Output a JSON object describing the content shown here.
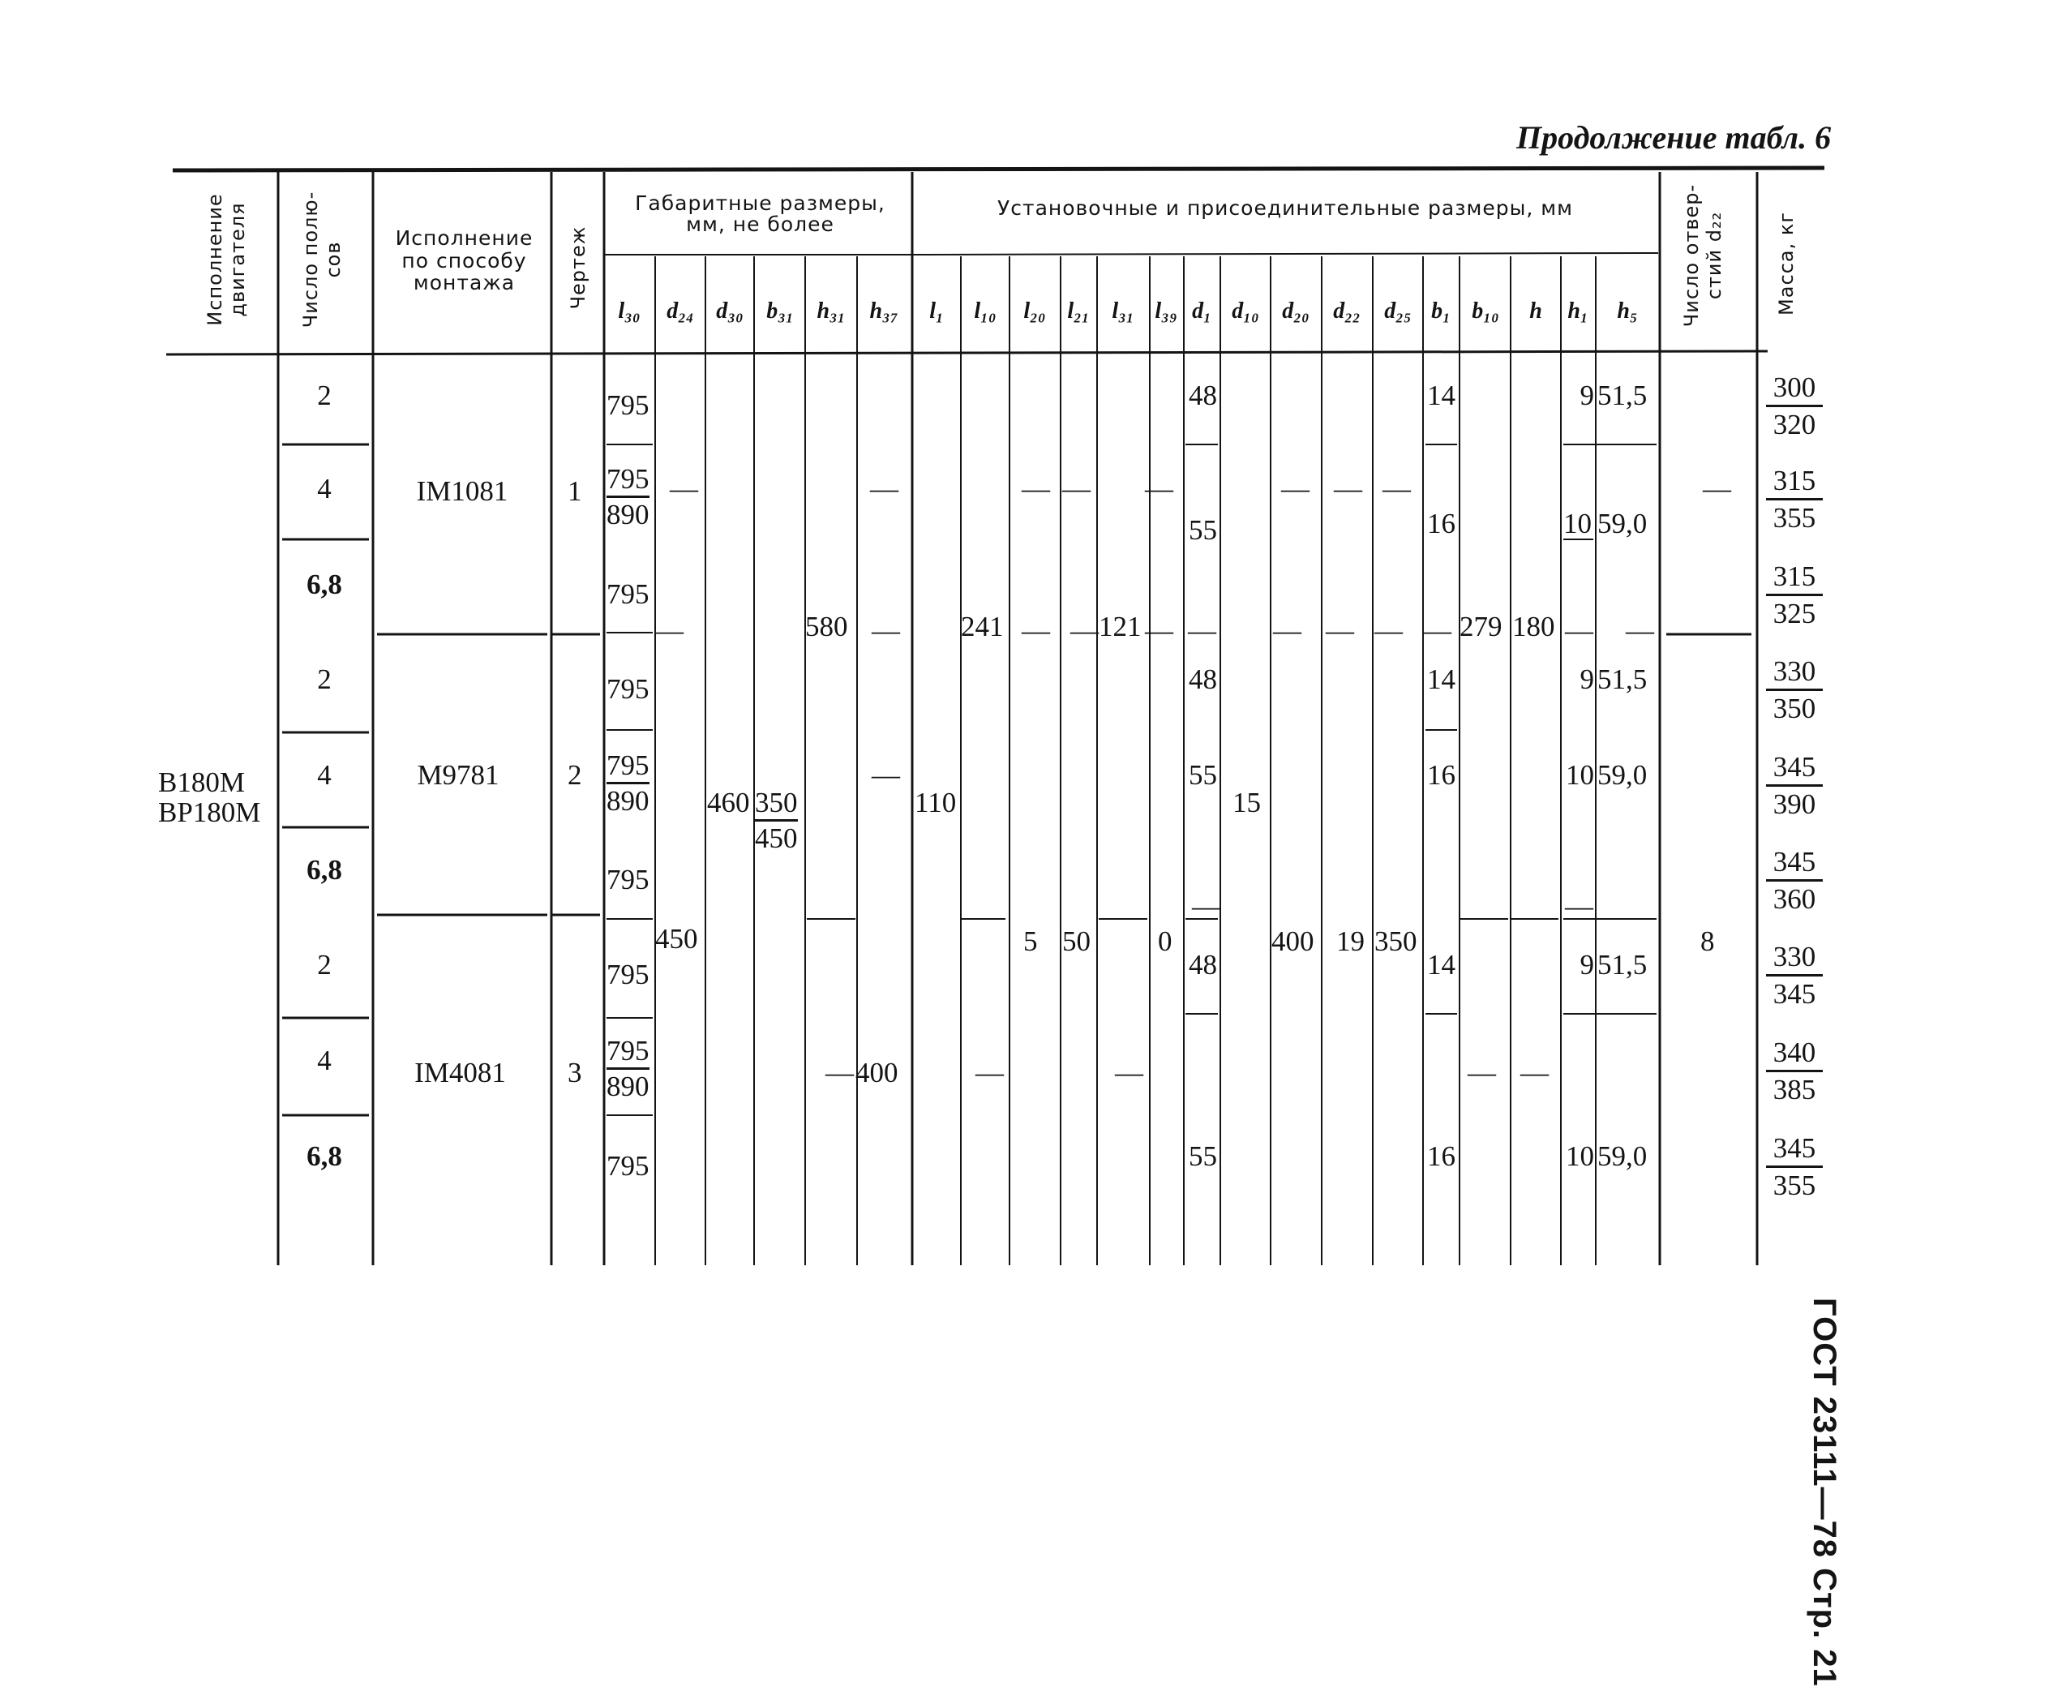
{
  "caption": "Продолжение табл. 6",
  "side_label": "ГОСТ 23111—78 Стр. 21",
  "headers": {
    "engine_version": [
      "Исполнение",
      "двигателя"
    ],
    "poles": [
      "Число полю-",
      "сов"
    ],
    "mounting": [
      "Исполнение",
      "по способу",
      "монтажа"
    ],
    "drawing": "Чертеж",
    "overall_group": [
      "Габаритные размеры,",
      "мм, не более"
    ],
    "install_group": "Установочные и присоединительные размеры, мм",
    "holes": [
      "Число отвер-",
      "стий d₂₂"
    ],
    "mass": "Масса, кг",
    "cols": [
      "l₃₀",
      "d₂₄",
      "d₃₀",
      "b₃₁",
      "h₃₁",
      "h₃₇",
      "l₁",
      "l₁₀",
      "l₂₀",
      "l₂₁",
      "l₃₁",
      "l₃₉",
      "d₁",
      "d₁₀",
      "d₂₀",
      "d₂₂",
      "d₂₅",
      "b₁",
      "b₁₀",
      "h",
      "h₁",
      "h₅"
    ]
  },
  "engine": [
    "B180M",
    "BP180M"
  ],
  "groups": [
    {
      "mounting": "IM1081",
      "drawing": "1"
    },
    {
      "mounting": "M9781",
      "drawing": "2"
    },
    {
      "mounting": "IM4081",
      "drawing": "3"
    }
  ],
  "rows": [
    {
      "poles": "2",
      "l30": "795",
      "l30b": "",
      "d1": "48",
      "b1": "14",
      "h1": "9",
      "h5": "51,5",
      "mass": [
        "300",
        "320"
      ]
    },
    {
      "poles": "4",
      "l30": "795",
      "l30b": "890",
      "d1": "",
      "b1": "",
      "h1": "",
      "h5": "",
      "mass": [
        "315",
        "355"
      ]
    },
    {
      "poles": "6,8",
      "l30": "795",
      "l30b": "",
      "d1": "",
      "b1": "",
      "h1": "",
      "h5": "",
      "mass": [
        "315",
        "325"
      ]
    },
    {
      "poles": "2",
      "l30": "795",
      "l30b": "",
      "d1": "48",
      "b1": "14",
      "h1": "9",
      "h5": "51,5",
      "mass": [
        "330",
        "350"
      ]
    },
    {
      "poles": "4",
      "l30": "795",
      "l30b": "890",
      "d1": "55",
      "b1": "16",
      "h1": "10",
      "h5": "59,0",
      "mass": [
        "345",
        "390"
      ]
    },
    {
      "poles": "6,8",
      "l30": "795",
      "l30b": "",
      "d1": "",
      "b1": "",
      "h1": "",
      "h5": "",
      "mass": [
        "345",
        "360"
      ]
    },
    {
      "poles": "2",
      "l30": "795",
      "l30b": "",
      "d1": "48",
      "b1": "14",
      "h1": "9",
      "h5": "51,5",
      "mass": [
        "330",
        "345"
      ]
    },
    {
      "poles": "4",
      "l30": "795",
      "l30b": "890",
      "d1": "",
      "b1": "",
      "h1": "",
      "h5": "",
      "mass": [
        "340",
        "385"
      ]
    },
    {
      "poles": "6,8",
      "l30": "795",
      "l30b": "",
      "d1": "55",
      "b1": "16",
      "h1": "10",
      "h5": "59,0",
      "mass": [
        "345",
        "355"
      ]
    }
  ],
  "g1_mid": {
    "d1": "55",
    "b1": "16",
    "h1": "10",
    "h5": "59,0"
  },
  "span": {
    "h31": "580",
    "l10": "241",
    "l31": "121",
    "b10": "279",
    "h": "180",
    "l1": "110",
    "d10": "15",
    "d30": "460",
    "b31": [
      "350",
      "450"
    ],
    "d24": "450",
    "l20": "5",
    "l21": "50",
    "l39": "0",
    "d20": "400",
    "d22": "19",
    "d25": "350",
    "holes": "8",
    "h37": "400"
  },
  "dash": "—"
}
